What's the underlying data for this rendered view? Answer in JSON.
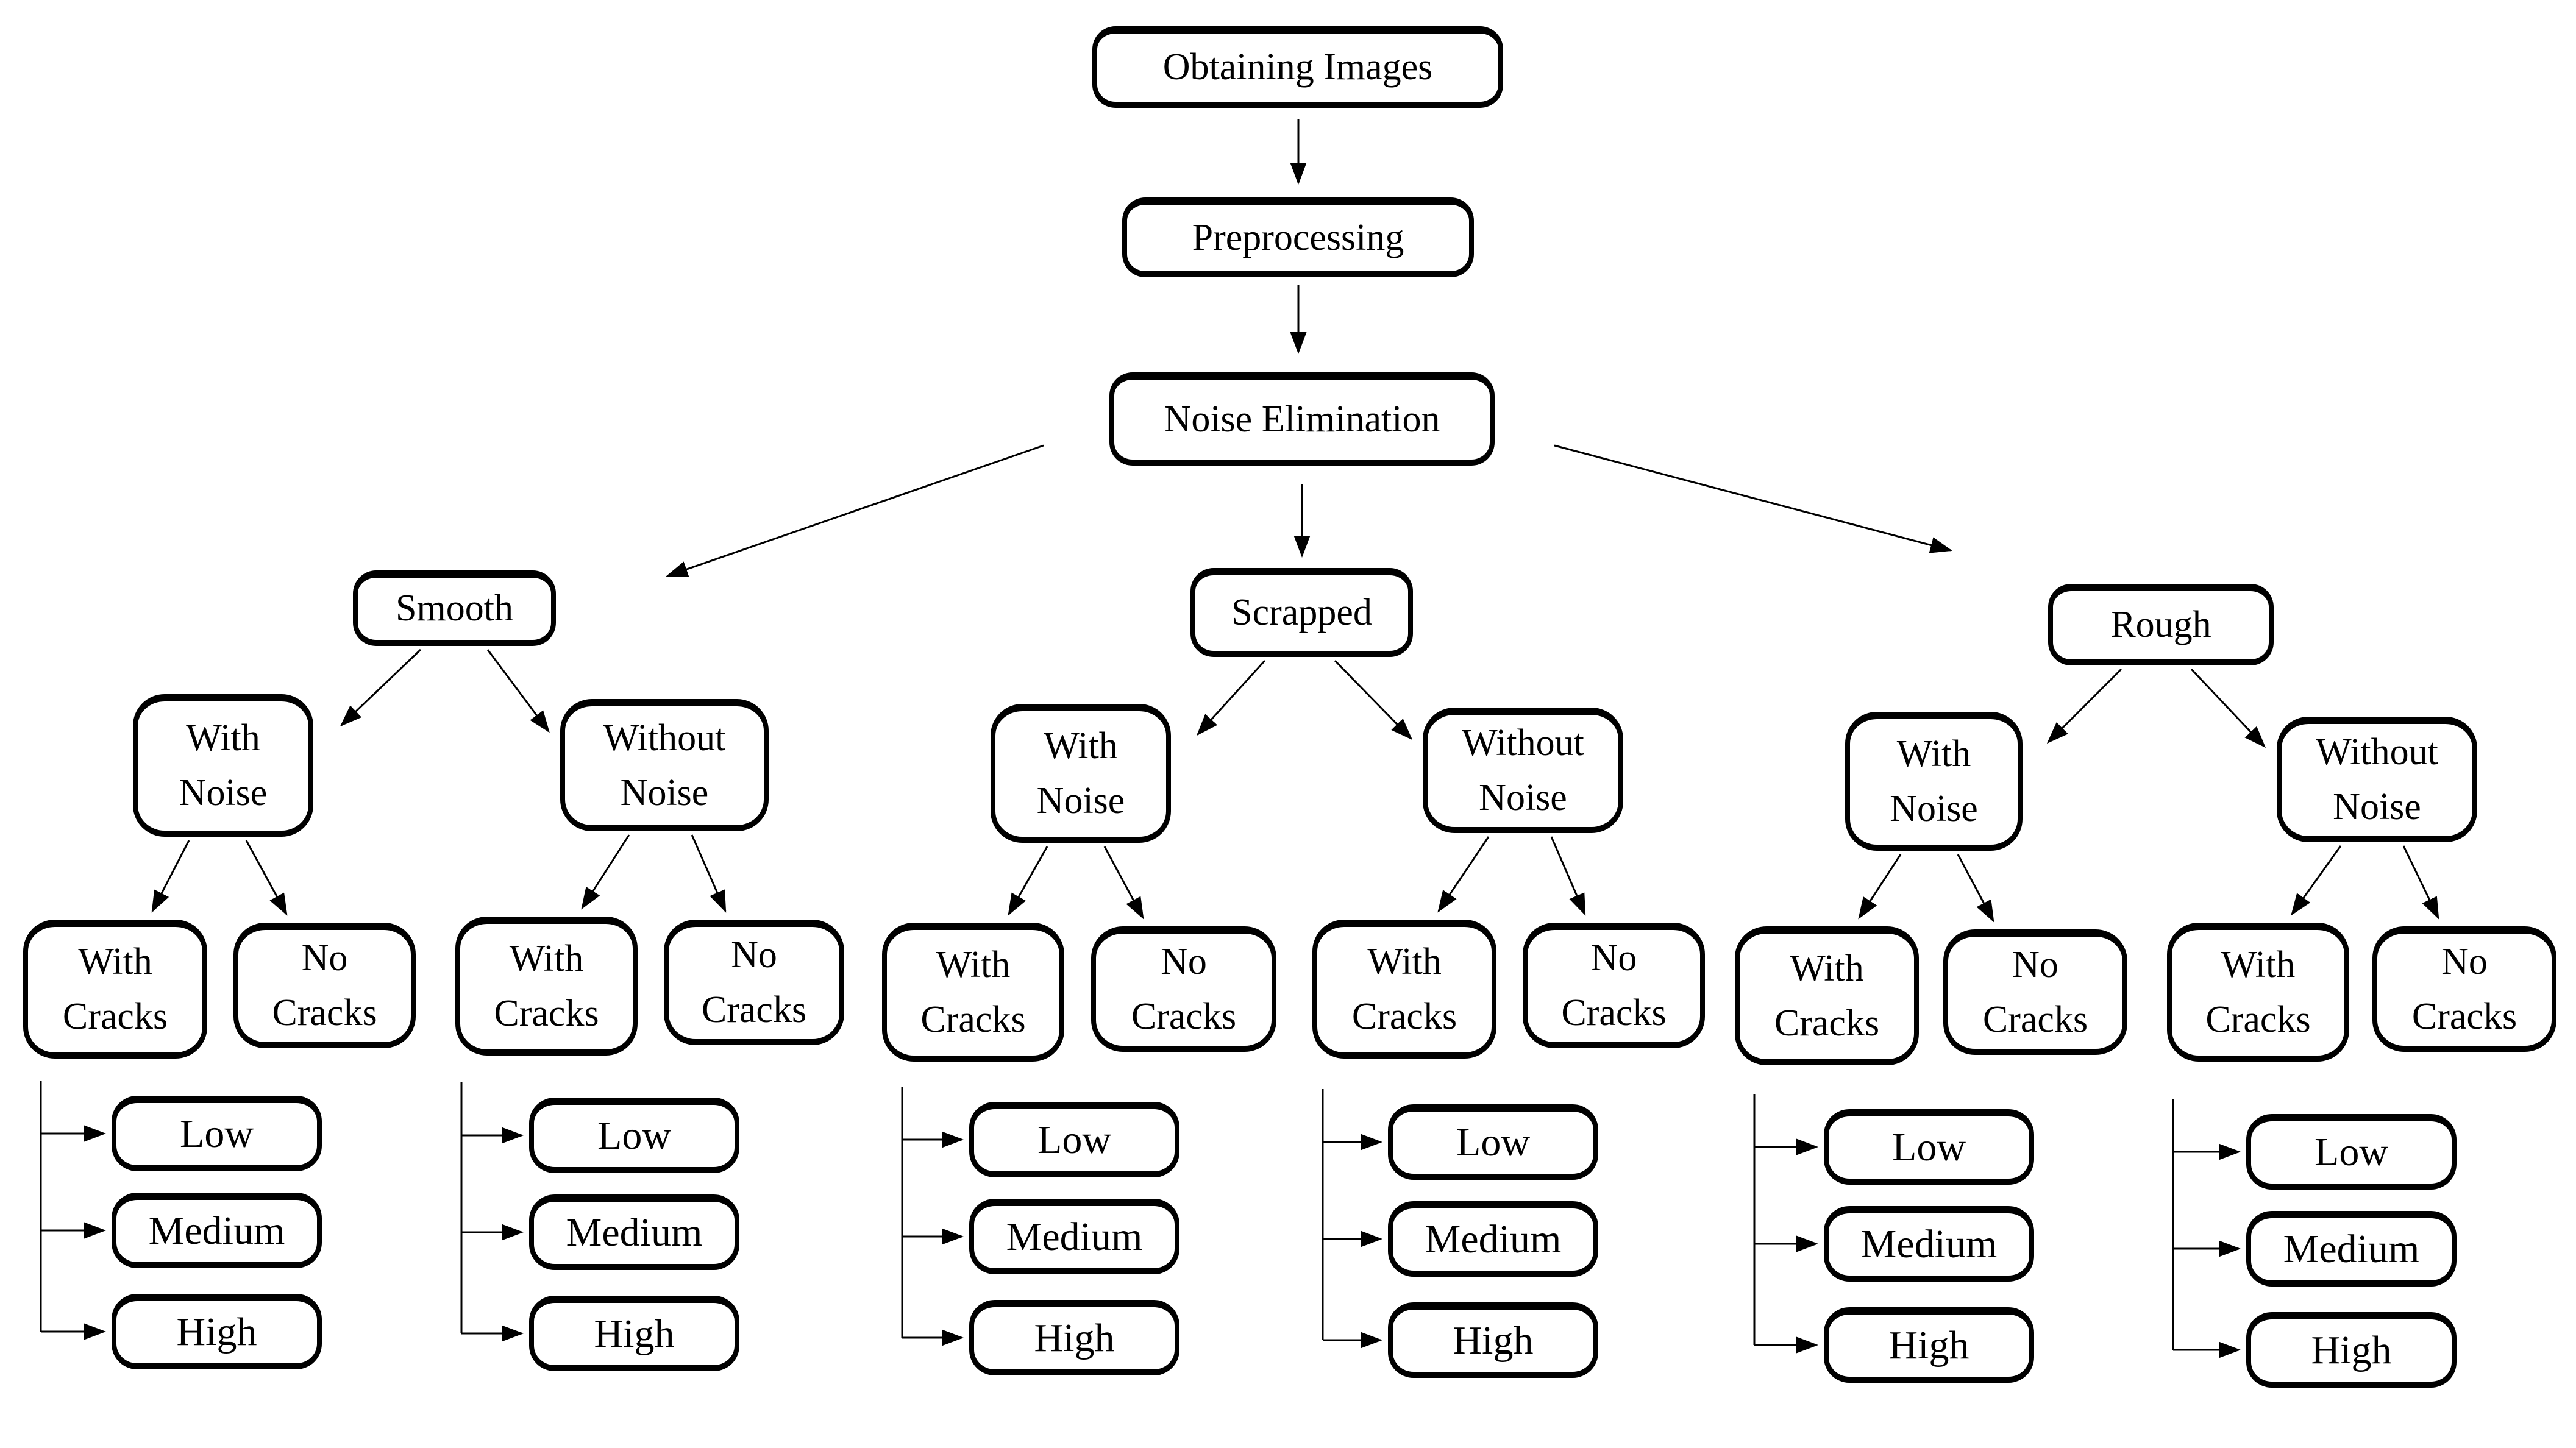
{
  "labels": {
    "obtaining_images": "Obtaining Images",
    "preprocessing": "Preprocessing",
    "noise_elimination": "Noise Elimination",
    "smooth": "Smooth",
    "scrapped": "Scrapped",
    "rough": "Rough",
    "with_noise": "With\nNoise",
    "without_noise": "Without\nNoise",
    "with_cracks": "With\nCracks",
    "no_cracks": "No\nCracks",
    "low": "Low",
    "medium": "Medium",
    "high": "High"
  },
  "structure": {
    "flow": [
      "Obtaining Images",
      "Preprocessing",
      "Noise Elimination"
    ],
    "branches": [
      {
        "surface": "Smooth",
        "noise_conditions": [
          {
            "condition": "With Noise",
            "crack_outcomes": [
              {
                "outcome": "With Cracks",
                "severity_levels": [
                  "Low",
                  "Medium",
                  "High"
                ]
              },
              {
                "outcome": "No Cracks"
              }
            ]
          },
          {
            "condition": "Without Noise",
            "crack_outcomes": [
              {
                "outcome": "With Cracks",
                "severity_levels": [
                  "Low",
                  "Medium",
                  "High"
                ]
              },
              {
                "outcome": "No Cracks"
              }
            ]
          }
        ]
      },
      {
        "surface": "Scrapped",
        "noise_conditions": [
          {
            "condition": "With Noise",
            "crack_outcomes": [
              {
                "outcome": "With Cracks",
                "severity_levels": [
                  "Low",
                  "Medium",
                  "High"
                ]
              },
              {
                "outcome": "No Cracks"
              }
            ]
          },
          {
            "condition": "Without Noise",
            "crack_outcomes": [
              {
                "outcome": "With Cracks",
                "severity_levels": [
                  "Low",
                  "Medium",
                  "High"
                ]
              },
              {
                "outcome": "No Cracks"
              }
            ]
          }
        ]
      },
      {
        "surface": "Rough",
        "noise_conditions": [
          {
            "condition": "With Noise",
            "crack_outcomes": [
              {
                "outcome": "With Cracks",
                "severity_levels": [
                  "Low",
                  "Medium",
                  "High"
                ]
              },
              {
                "outcome": "No Cracks"
              }
            ]
          },
          {
            "condition": "Without Noise",
            "crack_outcomes": [
              {
                "outcome": "With Cracks",
                "severity_levels": [
                  "Low",
                  "Medium",
                  "High"
                ]
              },
              {
                "outcome": "No Cracks"
              }
            ]
          }
        ]
      }
    ]
  },
  "colors": {
    "background": "#ffffff",
    "box_fill": "#ffffff",
    "box_border": "#000000",
    "text": "#000000",
    "connector": "#000000"
  }
}
